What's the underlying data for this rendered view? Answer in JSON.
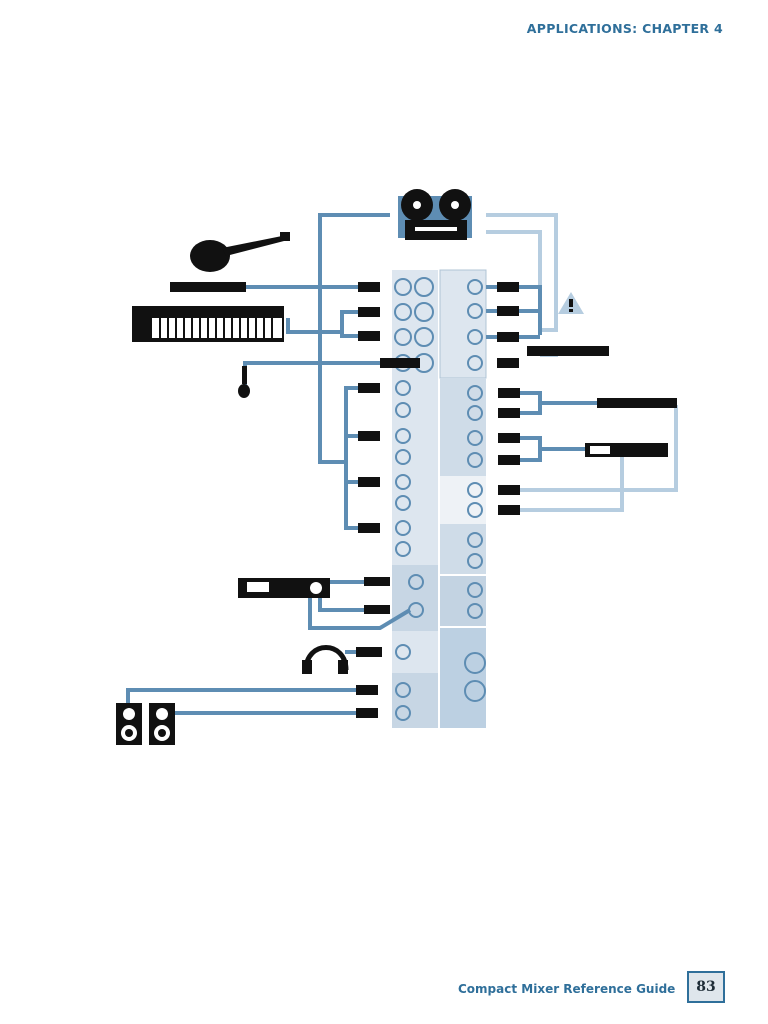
{
  "header": {
    "chapter": "APPLICATIONS: CHAPTER 4"
  },
  "footer": {
    "guide_title": "Compact Mixer Reference Guide",
    "page_number": "83"
  },
  "colors": {
    "cable": "#5e8db3",
    "cable_light": "#b6cde0",
    "panel": "#dde6ef",
    "panel_dark": "#c3d3e2",
    "ink": "#111111",
    "accent": "#2f6f9a"
  }
}
